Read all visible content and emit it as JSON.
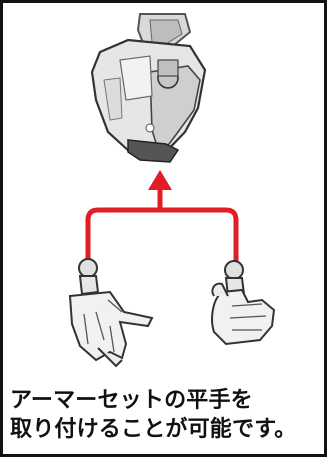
{
  "caption": {
    "line1": "アーマーセットの平手を",
    "line2": "取り付けることが可能です。"
  },
  "colors": {
    "arrow": "#e31d25",
    "frame": "#111111"
  },
  "icons": {
    "armor": "armor-part-illustration",
    "open_hand": "open-hand-illustration",
    "fist_hand": "thumbs-up-hand-illustration",
    "arrow": "branching-up-arrow"
  }
}
